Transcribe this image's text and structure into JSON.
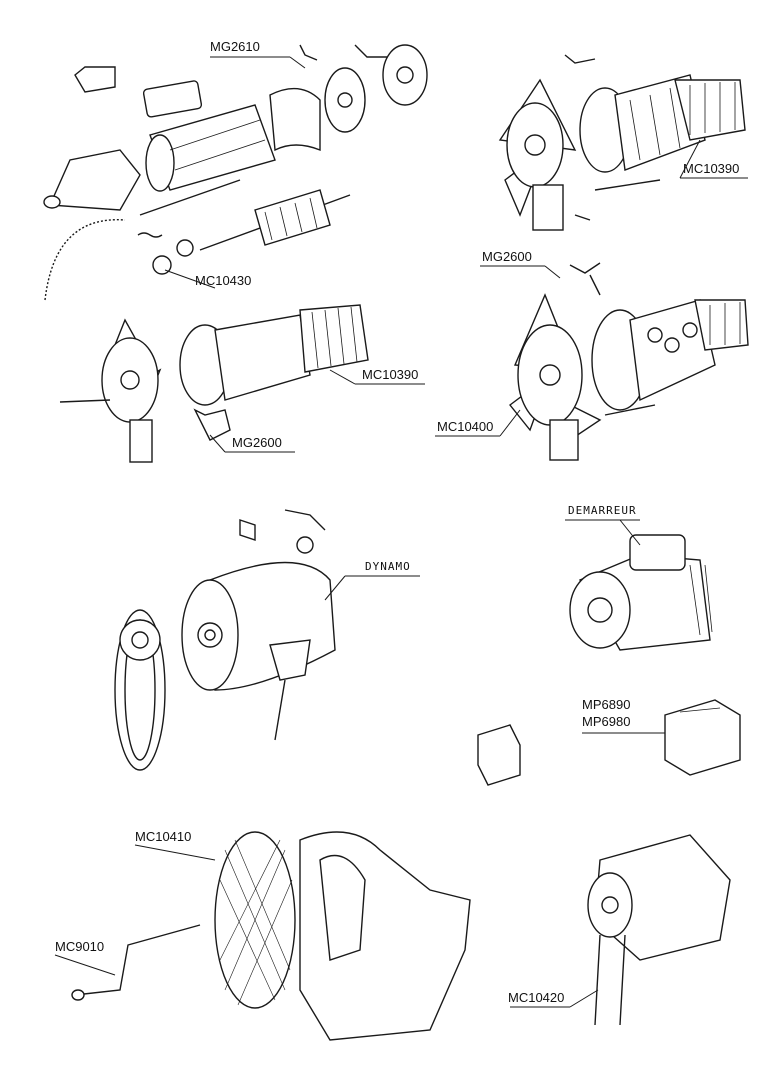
{
  "parts": {
    "starter_brush_set": "MG2610",
    "starter_drive": "MC10430",
    "dynamo_field_coil_left": "MC10390",
    "dynamo_field_coil_right": "MC10390",
    "regulator_left": "MG2600",
    "regulator_right": "MG2600",
    "fan_assembly": "MC10400",
    "dynamo_title": "DYNAMO",
    "starter_title": "DEMARREUR",
    "relay_a": "MP6890",
    "relay_b": "MP6980",
    "fan_guard": "MC10410",
    "crank_handle": "MC9010",
    "alternator": "MC10420"
  },
  "colors": {
    "ink": "#1a1a1a",
    "paper": "#ffffff"
  }
}
